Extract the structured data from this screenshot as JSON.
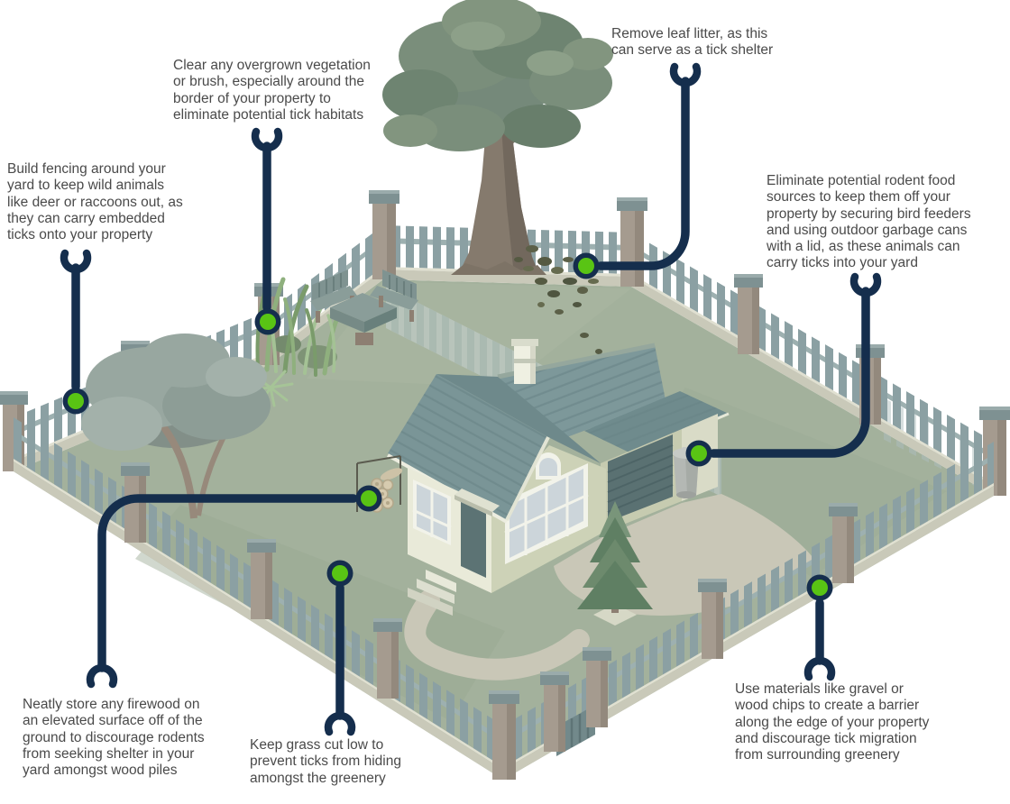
{
  "callouts": [
    {
      "id": "clear-vegetation",
      "text": "Clear any overgrown vegetation\nor brush, especially around the\nborder of your property to\neliminate potential tick habitats"
    },
    {
      "id": "remove-leaf-litter",
      "text": "Remove leaf litter, as this\ncan serve as a tick shelter"
    },
    {
      "id": "build-fencing",
      "text": "Build fencing around your\nyard to keep wild animals\nlike deer or raccoons out, as\nthey can carry embedded\nticks onto your property"
    },
    {
      "id": "eliminate-rodent-food",
      "text": "Eliminate potential rodent food\nsources to keep them off your\nproperty by securing bird feeders\nand using outdoor garbage cans\nwith a lid, as these animals can\ncarry ticks into your yard"
    },
    {
      "id": "store-firewood",
      "text": "Neatly store any firewood on\nan elevated surface off of the\nground to discourage rodents\nfrom seeking shelter in your\nyard amongst wood piles"
    },
    {
      "id": "keep-grass-cut",
      "text": "Keep grass cut low to\nprevent ticks from hiding\namongst the greenery"
    },
    {
      "id": "use-gravel-barrier",
      "text": "Use materials like gravel or\nwood chips to create a barrier\nalong the edge of your property\nand discourage tick migration\nfrom surrounding greenery"
    }
  ],
  "colors": {
    "callout_line_navy": "#152E4D",
    "marker_green": "#59C414",
    "text_gray": "#4a4a4a",
    "grass_green": "#A3B19C"
  }
}
